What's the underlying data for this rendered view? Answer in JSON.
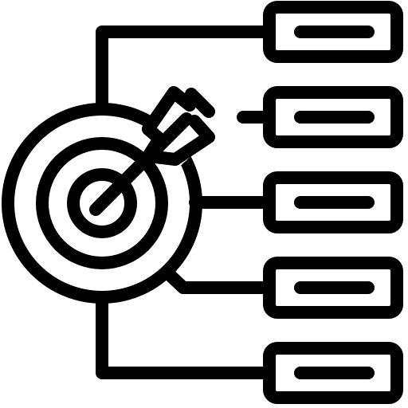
{
  "icon": {
    "name": "target-goals-icon",
    "stroke_color": "#000000",
    "background_color": "#ffffff",
    "item_count": 5,
    "items": [
      {
        "name": "goal-item-1"
      },
      {
        "name": "goal-item-2"
      },
      {
        "name": "goal-item-3"
      },
      {
        "name": "goal-item-4"
      },
      {
        "name": "goal-item-5"
      }
    ]
  }
}
